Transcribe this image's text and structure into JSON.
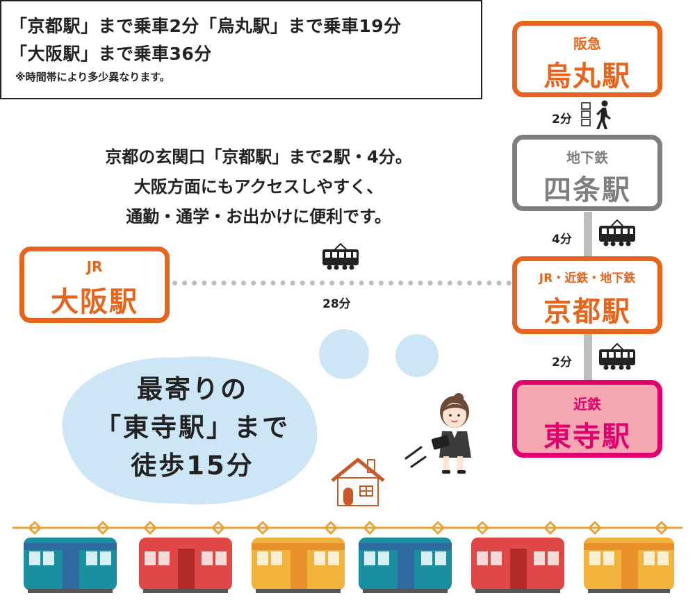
{
  "info": {
    "line1": "「京都駅」まで乗車2分「烏丸駅」まで乗車19分",
    "line2": "「大阪駅」まで乗車36分",
    "note": "※時間帯により多少異なります。"
  },
  "description": {
    "line1": "京都の玄関口「京都駅」まで2駅・4分。",
    "line2": "大阪方面にもアクセスしやすく、",
    "line3": "通勤・通学・お出かけに便利です。"
  },
  "stations": {
    "karasuma": {
      "line": "阪急",
      "name": "烏丸駅"
    },
    "shijo": {
      "line": "地下鉄",
      "name": "四条駅"
    },
    "kyoto": {
      "line": "JR・近鉄・地下鉄",
      "name": "京都駅"
    },
    "toji": {
      "line": "近鉄",
      "name": "東寺駅"
    },
    "osaka": {
      "line": "JR",
      "name": "大阪駅"
    }
  },
  "durations": {
    "karasuma_shijo": "2分",
    "shijo_kyoto": "4分",
    "kyoto_toji": "2分",
    "osaka_kyoto": "28分"
  },
  "bubble": {
    "line1": "最寄りの",
    "line2": "「東寺駅」まで",
    "line3": "徒歩15分"
  },
  "colors": {
    "orange": "#e6641c",
    "gray": "#7f7f7f",
    "pink_border": "#e0006e",
    "pink_fill": "#f4a7b1",
    "bubble": "#cce6f5",
    "wire": "#e8a33a"
  },
  "icons": [
    "train-icon",
    "walking-person-icon",
    "house-icon",
    "office-woman-illustration",
    "motion-lines-icon"
  ]
}
